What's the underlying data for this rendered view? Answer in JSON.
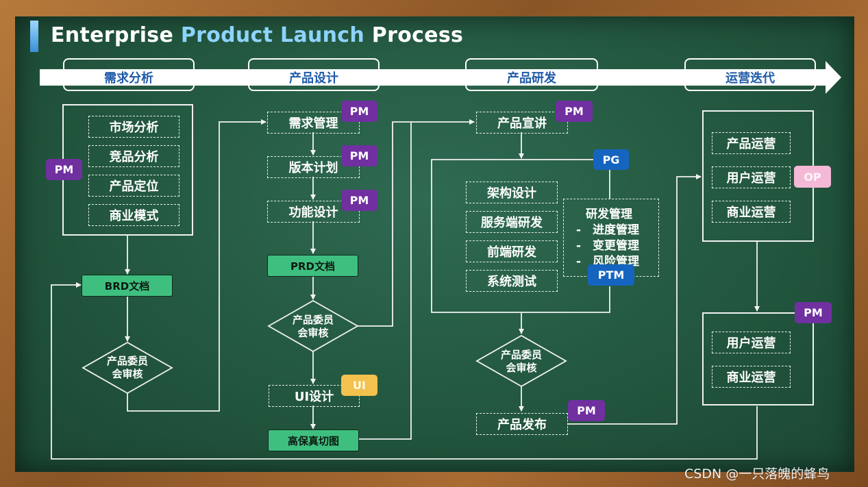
{
  "title": {
    "part1": "Enterprise ",
    "part2": "Product Launch",
    "part3": " Process"
  },
  "phases": [
    "需求分析",
    "产品设计",
    "产品研发",
    "运营迭代"
  ],
  "analysis": {
    "items": [
      "市场分析",
      "竞品分析",
      "产品定位",
      "商业模式"
    ],
    "role": "PM",
    "doc": "BRD文档",
    "review": [
      "产品委员",
      "会审核"
    ]
  },
  "design": {
    "steps": [
      "需求管理",
      "版本计划",
      "功能设计"
    ],
    "doc": "PRD文档",
    "review": [
      "产品委员",
      "会审核"
    ],
    "ui_step": "UI设计",
    "hifi": "高保真切图",
    "roles": [
      "PM",
      "PM",
      "PM"
    ],
    "ui_role": "UI"
  },
  "dev": {
    "kickoff": "产品宣讲",
    "kickoff_role": "PM",
    "dev_role": "PG",
    "tasks": [
      "架构设计",
      "服务端研发",
      "前端研发",
      "系统测试"
    ],
    "rd_mgmt": {
      "title": "研发管理",
      "items": [
        "进度管理",
        "变更管理",
        "风险管理"
      ],
      "bullet": "-"
    },
    "rd_role": "PTM",
    "review": [
      "产品委员",
      "会审核"
    ],
    "release": "产品发布",
    "release_role": "PM"
  },
  "ops": {
    "top_items": [
      "产品运营",
      "用户运营",
      "商业运营"
    ],
    "top_role": "OP",
    "bottom_items": [
      "用户运营",
      "商业运营"
    ],
    "bottom_role": "PM"
  },
  "watermark": "CSDN @一只落魄的蜂鸟",
  "colors": {
    "board": "#23573f",
    "pm": "#7030a0",
    "pg": "#1565c0",
    "op": "#f4b9d6",
    "ui": "#f2c14e",
    "doc": "#3fbf7f",
    "phase_text": "#1f5aa8",
    "title_accent": "#8fd3ff"
  }
}
